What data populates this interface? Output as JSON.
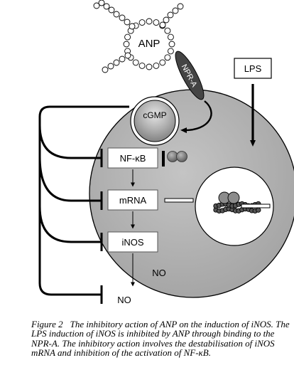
{
  "diagram": {
    "peptide_label": "ANP",
    "receptor_label": "NPR-A",
    "stimulus_label": "LPS",
    "second_messenger_label": "cGMP",
    "nfkb_label": "NF-κB",
    "mrna_label": "mRNA",
    "enzyme_label": "iNOS",
    "no_inside_label": "NO",
    "no_outside_label": "NO"
  },
  "caption": {
    "figure_label": "Figure 2",
    "text": "The inhibitory action of ANP on the induction of iNOS. The LPS induction of iNOS is inhibited by ANP through binding to the NPR-A. The inhibitory action involves the destabilisation of iNOS mRNA and inhibition of the activation of NF-κB."
  }
}
